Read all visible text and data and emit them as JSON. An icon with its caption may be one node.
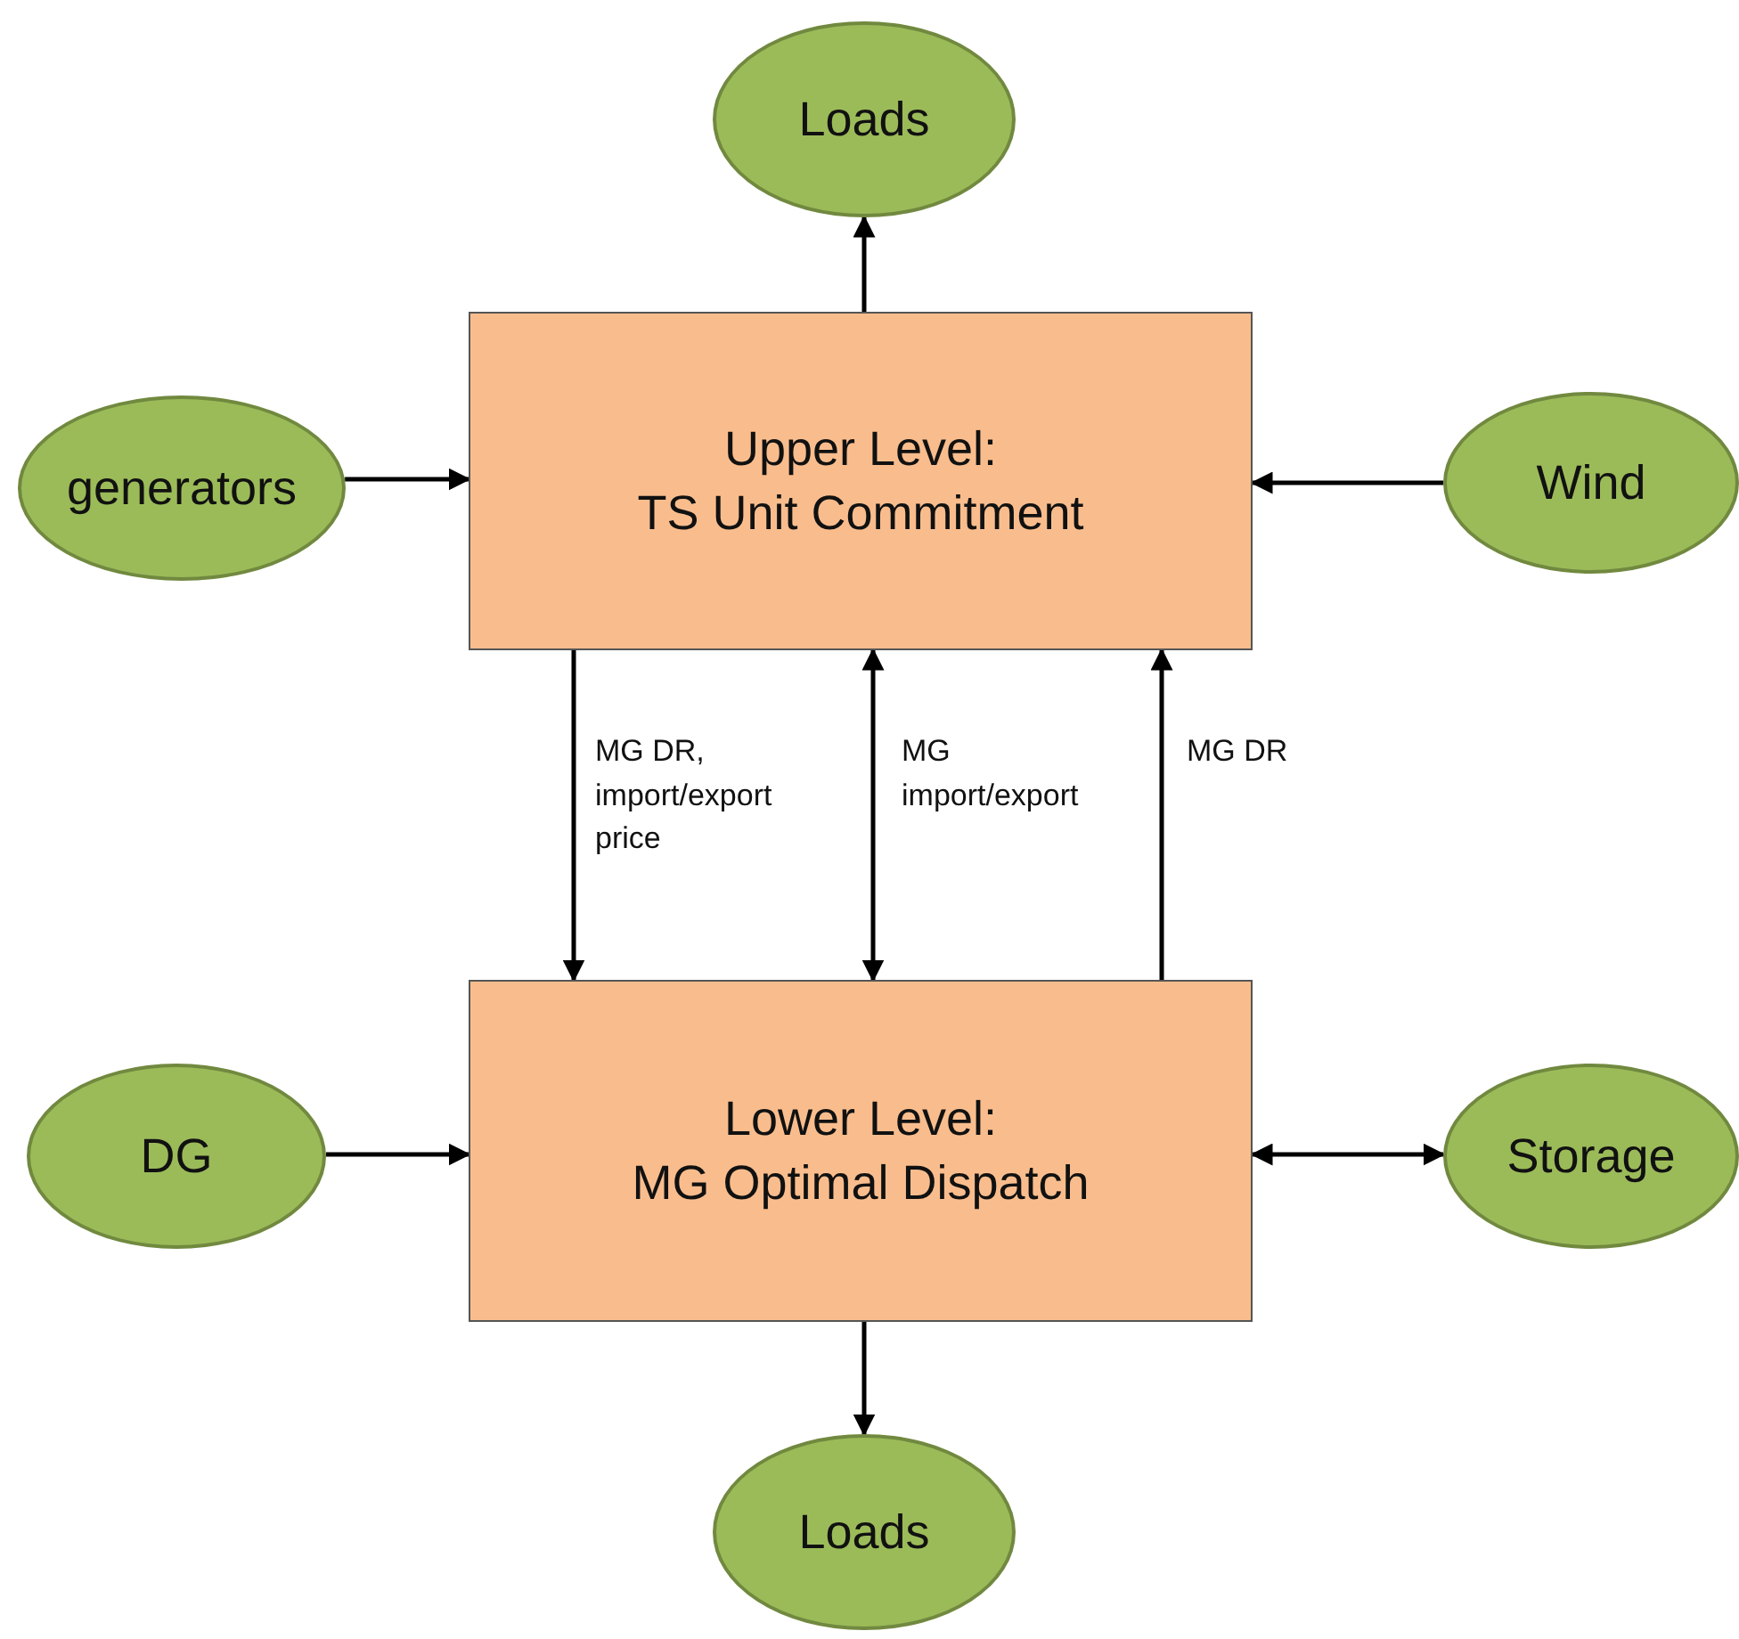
{
  "diagram": {
    "nodes": [
      {
        "text": [
          "Loads"
        ]
      },
      {
        "text": [
          "generators"
        ]
      },
      {
        "text": [
          "Upper Level:",
          "TS Unit Commitment"
        ]
      },
      {
        "text": [
          "Wind"
        ]
      },
      {
        "text": [
          "DG"
        ]
      },
      {
        "text": [
          "Lower Level:",
          "MG Optimal Dispatch"
        ]
      },
      {
        "text": [
          "Storage"
        ]
      },
      {
        "text": [
          "Loads"
        ]
      }
    ],
    "edges": [
      {
        "from": 2,
        "to": 0,
        "arrow": "to"
      },
      {
        "from": 1,
        "to": 2,
        "arrow": "to"
      },
      {
        "from": 3,
        "to": 2,
        "arrow": "to"
      },
      {
        "from": 2,
        "to": 5,
        "arrow": "to",
        "label": "MG DR, import/export price"
      },
      {
        "from": 2,
        "to": 5,
        "arrow": "both",
        "label": "MG import/export"
      },
      {
        "from": 5,
        "to": 2,
        "arrow": "to",
        "label": "MG DR"
      },
      {
        "from": 4,
        "to": 5,
        "arrow": "to"
      },
      {
        "from": 5,
        "to": 6,
        "arrow": "both"
      },
      {
        "from": 5,
        "to": 7,
        "arrow": "to"
      }
    ]
  }
}
